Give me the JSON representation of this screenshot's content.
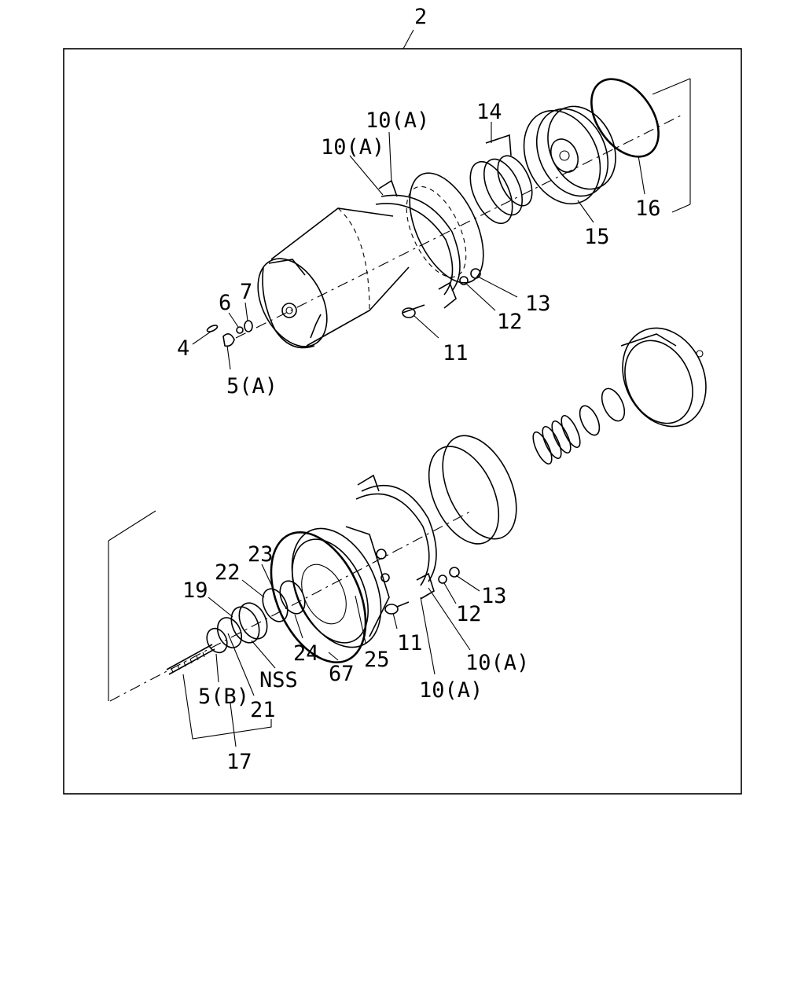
{
  "diagram": {
    "callouts": {
      "c2": "2",
      "c10a_1": "10(A)",
      "c10a_2": "10(A)",
      "c14": "14",
      "c16": "16",
      "c15": "15",
      "c6": "6",
      "c7": "7",
      "c4": "4",
      "c5a": "5(A)",
      "c11_top": "11",
      "c12_top": "12",
      "c13_top": "13",
      "c23": "23",
      "c22": "22",
      "c19": "19",
      "c24": "24",
      "c25": "25",
      "c67": "67",
      "cnss": "NSS",
      "c11_bot": "11",
      "c12_bot": "12",
      "c13_bot": "13",
      "c10a_3": "10(A)",
      "c10a_4": "10(A)",
      "c5b": "5(B)",
      "c21": "21",
      "c17": "17"
    }
  }
}
